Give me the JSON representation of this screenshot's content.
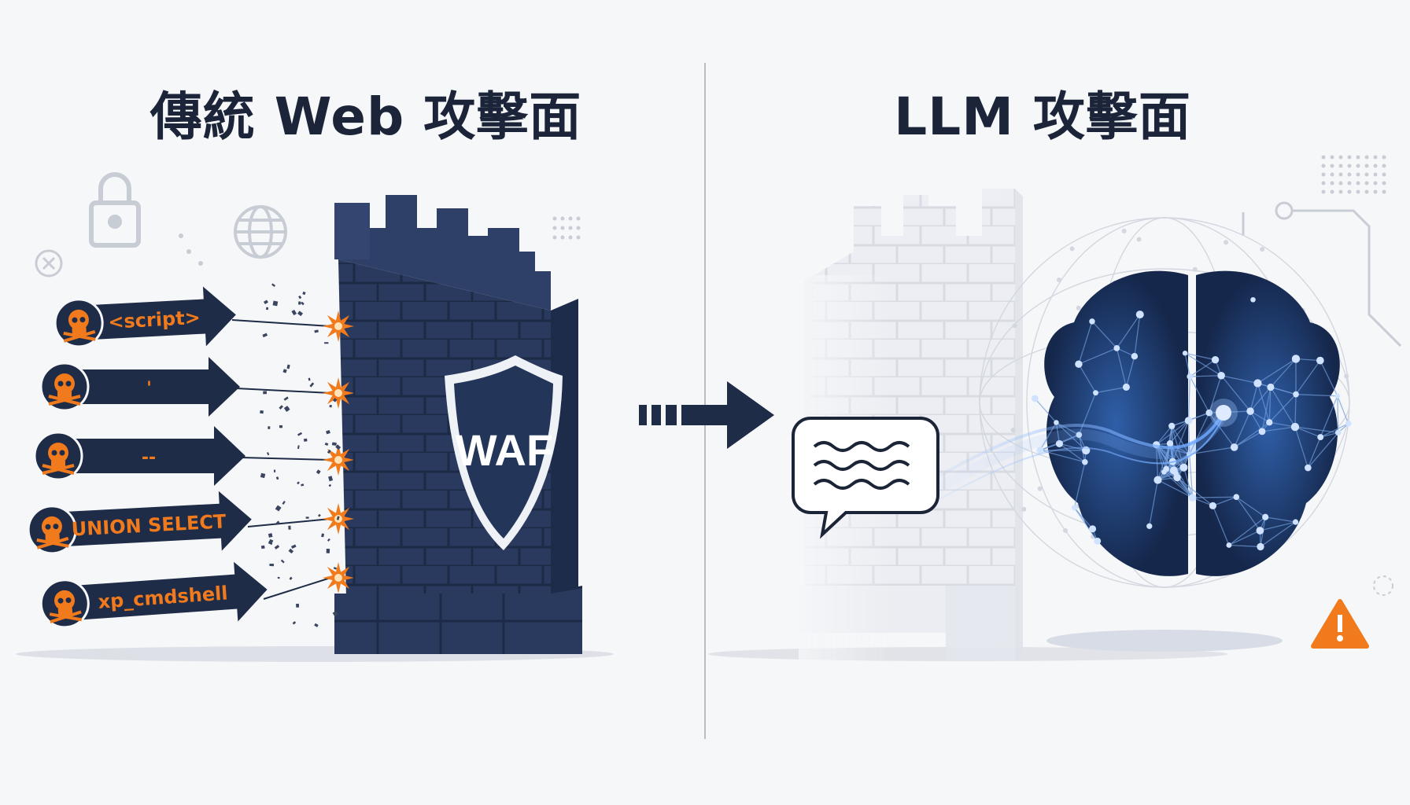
{
  "left_panel": {
    "title": "傳統 Web 攻擊面",
    "attacks": [
      {
        "label": "<script>"
      },
      {
        "label": "'"
      },
      {
        "label": "--"
      },
      {
        "label": "UNION SELECT"
      },
      {
        "label": "xp_cmdshell"
      }
    ],
    "shield_label": "WAF",
    "icons": [
      "lock-icon",
      "globe-icon",
      "close-circle-icon",
      "skull-icon"
    ]
  },
  "right_panel": {
    "title": "LLM 攻擊面",
    "icons": [
      "chat-bubble-icon",
      "brain-network-icon",
      "warning-icon"
    ]
  },
  "colors": {
    "navy": "#24355a",
    "orange": "#f07a1c",
    "background": "#f6f7f9",
    "title": "#1b2438"
  }
}
